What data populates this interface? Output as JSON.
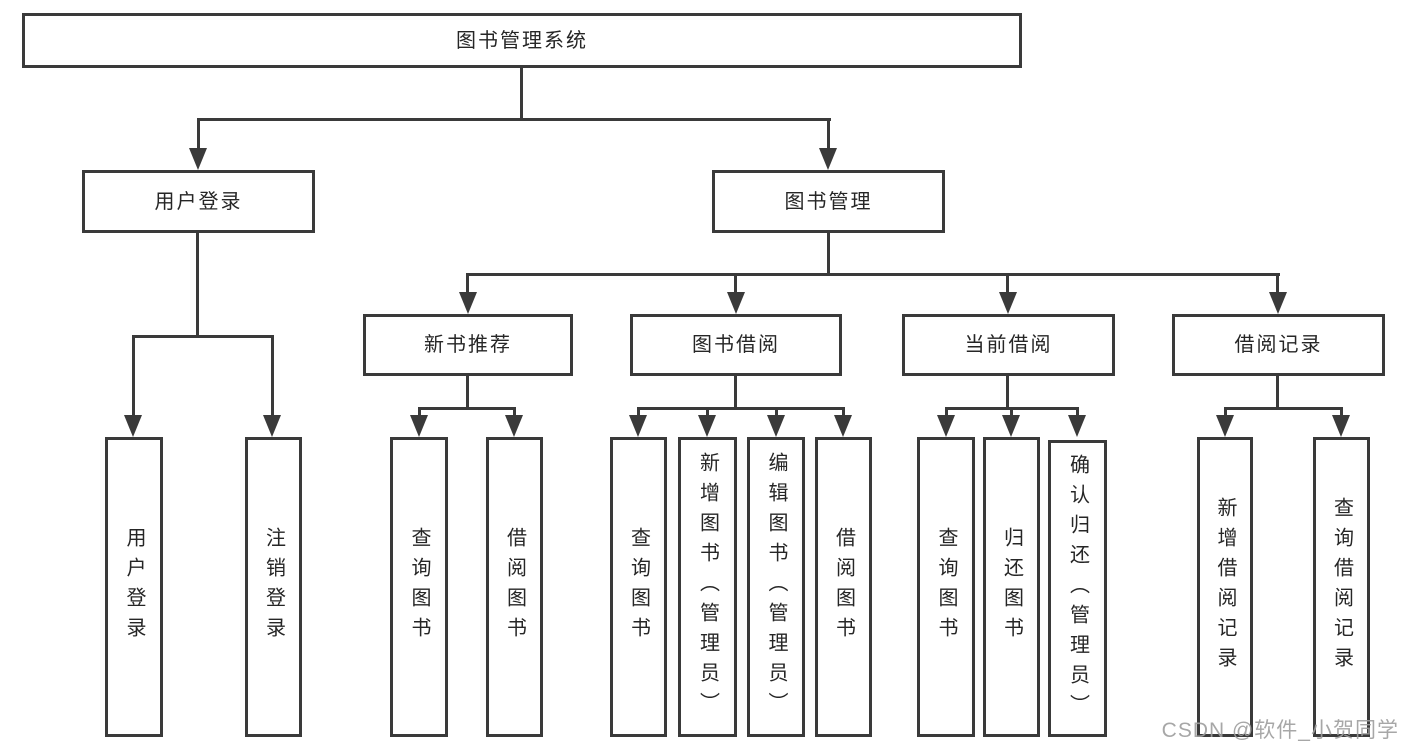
{
  "tree": {
    "label": "图书管理系统",
    "children": [
      {
        "label": "用户登录",
        "children": [
          {
            "label": "用户登录"
          },
          {
            "label": "注销登录"
          }
        ]
      },
      {
        "label": "图书管理",
        "children": [
          {
            "label": "新书推荐",
            "children": [
              {
                "label": "查询图书"
              },
              {
                "label": "借阅图书"
              }
            ]
          },
          {
            "label": "图书借阅",
            "children": [
              {
                "label": "查询图书"
              },
              {
                "label": "新增图书（管理员）"
              },
              {
                "label": "编辑图书（管理员）"
              },
              {
                "label": "借阅图书"
              }
            ]
          },
          {
            "label": "当前借阅",
            "children": [
              {
                "label": "查询图书"
              },
              {
                "label": "归还图书"
              },
              {
                "label": "确认归还（管理员）"
              }
            ]
          },
          {
            "label": "借阅记录",
            "children": [
              {
                "label": "新增借阅记录"
              },
              {
                "label": "查询借阅记录"
              }
            ]
          }
        ]
      }
    ]
  },
  "watermark": {
    "text": "CSDN @软件_小贺同学",
    "color": "#9e9e9e"
  },
  "colors": {
    "line": "#3a3a3a",
    "text": "#262626",
    "background": "#ffffff"
  }
}
